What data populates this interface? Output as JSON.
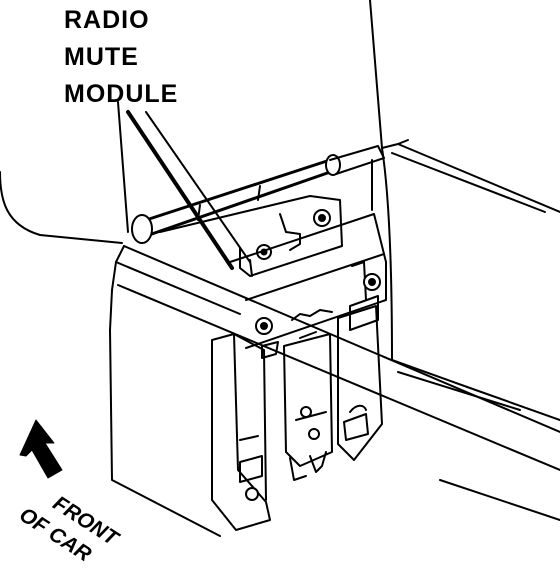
{
  "callout": {
    "line1": "RADIO",
    "line2": "MUTE",
    "line3": "MODULE"
  },
  "direction": {
    "line1": "FRONT",
    "line2": "OF CAR"
  },
  "icons": {
    "direction_arrow": "arrow-icon"
  },
  "colors": {
    "ink": "#000000",
    "paper": "#ffffff"
  }
}
